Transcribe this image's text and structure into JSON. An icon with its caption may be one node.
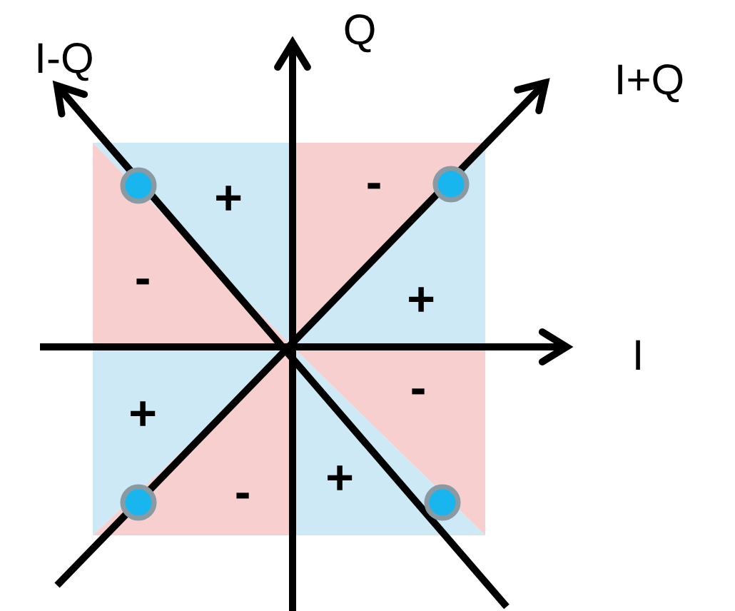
{
  "diagram": {
    "labels": [
      "I-Q",
      "Q",
      "I+Q",
      "+",
      "-",
      "-",
      "+",
      "I",
      "+",
      "-",
      "-",
      "+"
    ]
  }
}
